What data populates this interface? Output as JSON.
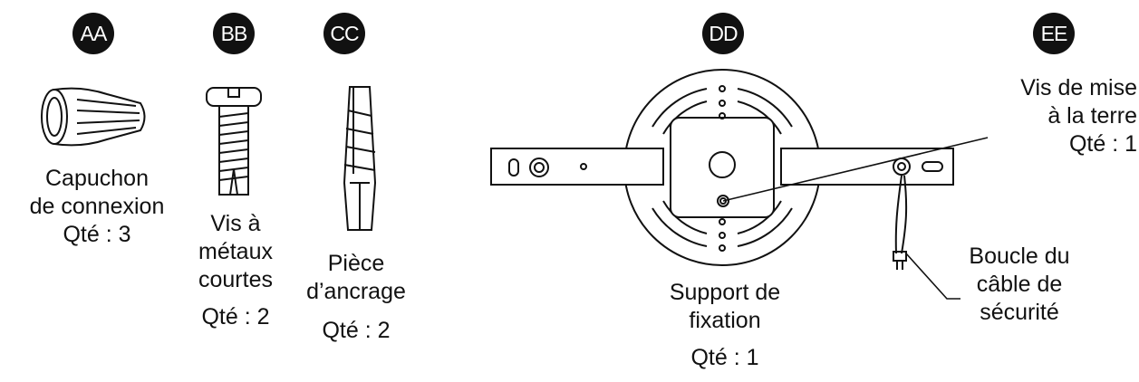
{
  "parts": [
    {
      "id": "AA",
      "name_lines": [
        "Capuchon",
        "de connexion"
      ],
      "qty": "Qté : 3",
      "icon": "wire-connector-icon"
    },
    {
      "id": "BB",
      "name_lines": [
        "Vis à",
        "métaux",
        "courtes"
      ],
      "qty": "Qté : 2",
      "icon": "machine-screw-icon"
    },
    {
      "id": "CC",
      "name_lines": [
        "Pièce",
        "d’ancrage"
      ],
      "qty": "Qté : 2",
      "icon": "wall-anchor-icon"
    },
    {
      "id": "DD",
      "name_lines": [
        "Support de",
        "fixation"
      ],
      "qty": "Qté : 1",
      "icon": "mounting-bracket-icon"
    },
    {
      "id": "EE",
      "name_lines": [
        "Vis de mise",
        "à la terre"
      ],
      "qty": "Qté : 1",
      "icon": "ground-screw-icon"
    }
  ],
  "callouts": {
    "safety_cable_lines": [
      "Boucle du",
      "câble de",
      "sécurité"
    ]
  }
}
